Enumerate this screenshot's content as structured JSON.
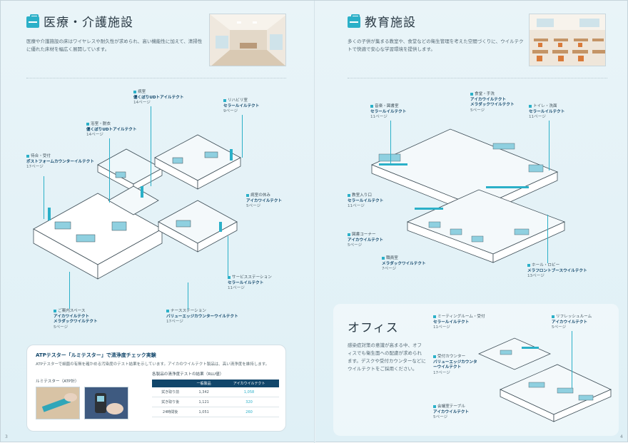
{
  "left_page": {
    "title": "医療・介護施設",
    "lead": "医療や介護施設の床はワイヤレスや耐久性が求められ、高い機能性に加えて、清掃性に優れた床材を幅広く展開しています。",
    "callouts": [
      {
        "room": "病室",
        "product": "優くぼりUDトアイルテクト",
        "qty": "14ページ"
      },
      {
        "room": "浴室・脱衣",
        "product": "優くぼりUDトアイルテクト",
        "qty": "14ページ"
      },
      {
        "room": "リハビリ室",
        "product": "セラールイルテクト",
        "qty": "9ページ"
      },
      {
        "room": "待合・受付",
        "product": "ポストフォームカウンターイルテクト",
        "qty": "17ページ"
      },
      {
        "room": "病室の休み",
        "product": "アイカワイルテクト",
        "qty": "5ページ"
      },
      {
        "room": "サービスステーション",
        "product": "セラールイルテクト",
        "qty": "11ページ"
      },
      {
        "room": "ご案内スペース",
        "product": "アイカワイルテクト",
        "qty": "5ページ",
        "product2": "メラダックワイルテクト"
      },
      {
        "room": "ナースステーション",
        "product": "バリューエッジカウンターウイルテクト",
        "qty": "17ページ"
      }
    ],
    "info": {
      "title": "ATPテスター「ルミテスター」で清浄度チェック実験",
      "body": "ATPテスターで細菌の有無を確かめる汚染度のテスト結果を示しています。アイカのウイルテクト製品は、高い清浄度を維持します。",
      "caption": "ルミテスター（ATP計）",
      "table_caption": "各製品の清浄度テストの結果（RLU値）",
      "headers": [
        "",
        "一般製品",
        "アイカウイルテクト"
      ],
      "rows": [
        [
          "拭き取り前",
          "1,342",
          "1,058"
        ],
        [
          "拭き取り後",
          "1,121",
          "320"
        ],
        [
          "24時間後",
          "1,051",
          "260"
        ]
      ]
    },
    "page_number": "3"
  },
  "right_page": {
    "title": "教育施設",
    "lead": "多くの子供が集まる教室や、食堂などの衛生管理を考えた空間づくりに、ウイルテクトで快適で安心な学習環境を提供します。",
    "callouts": [
      {
        "room": "音楽・図書室",
        "product": "セラールイルテクト",
        "qty": "11ページ"
      },
      {
        "room": "食堂・手洗",
        "product": "アイカウイルテクト",
        "qty": "5ページ",
        "product2": "メラダックワイルテクト"
      },
      {
        "room": "トイレ・洗面",
        "product": "セラールイルテクト",
        "qty": "11ページ"
      },
      {
        "room": "教室入り口",
        "product": "セラールイルテクト",
        "qty": "11ページ"
      },
      {
        "room": "図書コーナー",
        "product": "アイカウイルテクト",
        "qty": "5ページ"
      },
      {
        "room": "職員室",
        "product": "メラダックワイルテクト",
        "qty": "7ページ"
      },
      {
        "room": "ホール・ロビー",
        "product": "メラフロントブースウイルテクト",
        "qty": "13ページ"
      }
    ],
    "office": {
      "title": "オフィス",
      "lead": "感染症対策の意識が高まる中、オフィスでも衛生面への配慮が求められます。デスクや受付カウンターなどにウイルテクトをご採用ください。",
      "callouts": [
        {
          "room": "ミーティングルーム・受付",
          "product": "セラールイルテクト",
          "qty": "11ページ"
        },
        {
          "room": "リフレッシュルーム",
          "product": "アイカウイルテクト",
          "qty": "5ページ"
        },
        {
          "room": "受付カウンター",
          "product": "バリューエッジカウンターウイルテクト",
          "qty": "17ページ"
        },
        {
          "room": "会議室テーブル",
          "product": "アイカウイルテクト",
          "qty": "5ページ"
        }
      ]
    },
    "page_number": "4"
  },
  "colors": {
    "accent": "#2bb0c8",
    "navy": "#11466a",
    "background": "#e3f2f7"
  }
}
